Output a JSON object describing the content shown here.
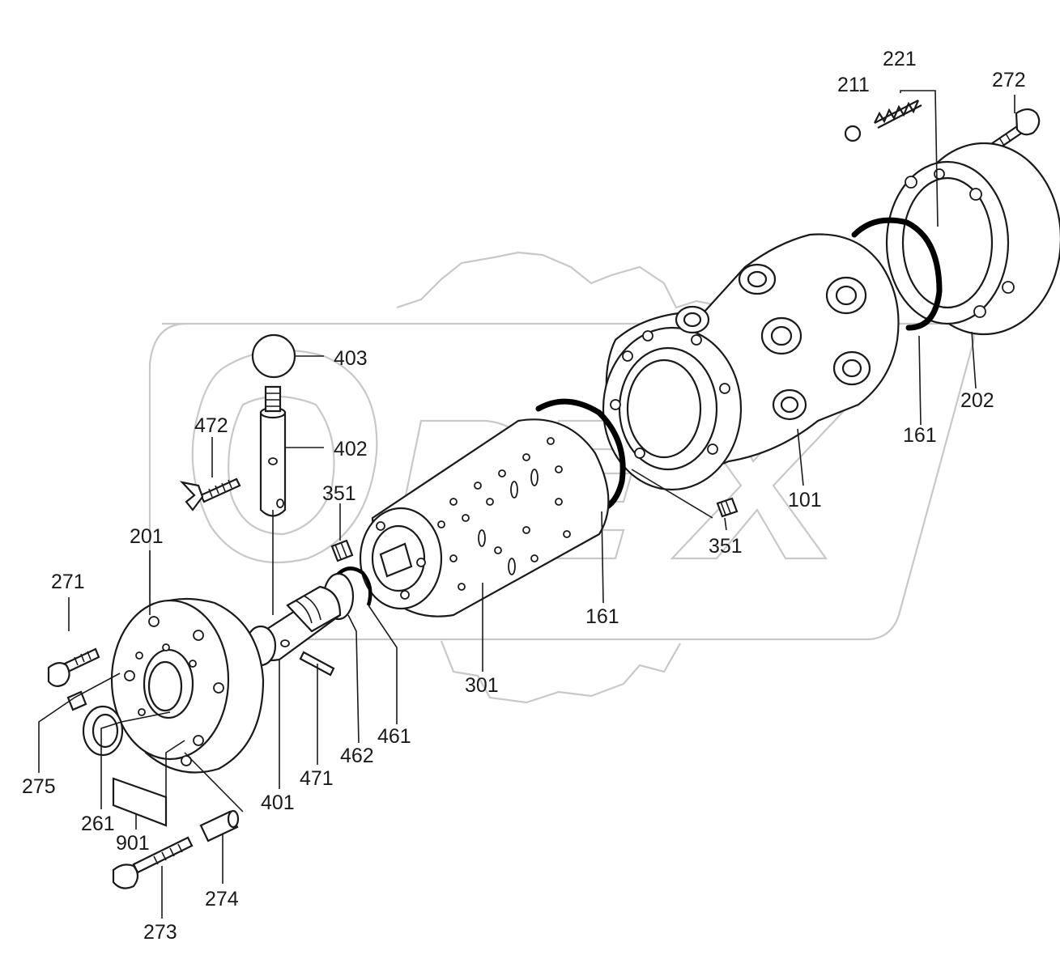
{
  "watermark": {
    "text": "OPEX",
    "color": "#c8c8c8"
  },
  "parts": [
    {
      "id": "p211",
      "number": "211",
      "icon": "ball-icon"
    },
    {
      "id": "p221",
      "number": "221",
      "icon": "spring-icon"
    },
    {
      "id": "p272",
      "number": "272",
      "icon": "bolt-icon"
    },
    {
      "id": "p202",
      "number": "202",
      "icon": "end-cover-icon"
    },
    {
      "id": "p161a",
      "number": "161",
      "icon": "o-ring-icon"
    },
    {
      "id": "p101",
      "number": "101",
      "icon": "housing-icon"
    },
    {
      "id": "p351a",
      "number": "351",
      "icon": "plug-icon"
    },
    {
      "id": "p161b",
      "number": "161",
      "icon": "o-ring-icon"
    },
    {
      "id": "p301",
      "number": "301",
      "icon": "rotor-icon"
    },
    {
      "id": "p403",
      "number": "403",
      "icon": "ball-knob-icon"
    },
    {
      "id": "p402",
      "number": "402",
      "icon": "rod-icon"
    },
    {
      "id": "p472",
      "number": "472",
      "icon": "wing-screw-icon"
    },
    {
      "id": "p351b",
      "number": "351",
      "icon": "plug-icon"
    },
    {
      "id": "p201",
      "number": "201",
      "icon": "end-cover-icon"
    },
    {
      "id": "p271",
      "number": "271",
      "icon": "bolt-icon"
    },
    {
      "id": "p275",
      "number": "275",
      "icon": "plug-icon"
    },
    {
      "id": "p261",
      "number": "261",
      "icon": "seal-icon"
    },
    {
      "id": "p901",
      "number": "901",
      "icon": "name-plate-icon"
    },
    {
      "id": "p273",
      "number": "273",
      "icon": "bolt-icon"
    },
    {
      "id": "p274",
      "number": "274",
      "icon": "pin-icon"
    },
    {
      "id": "p401",
      "number": "401",
      "icon": "spool-icon"
    },
    {
      "id": "p471",
      "number": "471",
      "icon": "pin-icon"
    },
    {
      "id": "p462",
      "number": "462",
      "icon": "ring-icon"
    },
    {
      "id": "p461",
      "number": "461",
      "icon": "o-ring-icon"
    }
  ]
}
